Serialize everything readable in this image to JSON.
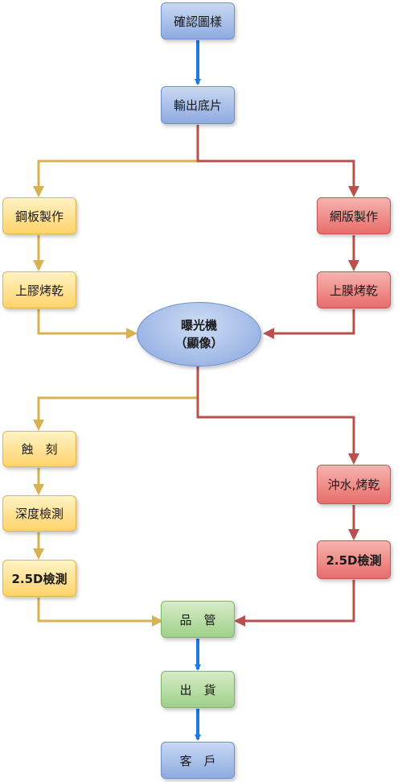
{
  "nodes": {
    "confirm_drawing": "確認圖樣",
    "output_film": "輸出底片",
    "steel_plate": "鋼板製作",
    "screen_plate": "網版製作",
    "glue_dry": "上膠烤乾",
    "film_dry": "上膜烤乾",
    "exposure_line1": "曝光機",
    "exposure_line2": "（顯像）",
    "etch": "蝕　刻",
    "depth_check": "深度檢測",
    "check_25d_left": "2.5D檢測",
    "wash_dry": "沖水,烤乾",
    "check_25d_right": "2.5D檢測",
    "quality": "品　管",
    "shipping": "出　貨",
    "customer": "客　戶"
  },
  "colors": {
    "blue_arrow": "#1f78e6",
    "yellow_arrow": "#d8b24e",
    "red_arrow": "#b8504d"
  }
}
